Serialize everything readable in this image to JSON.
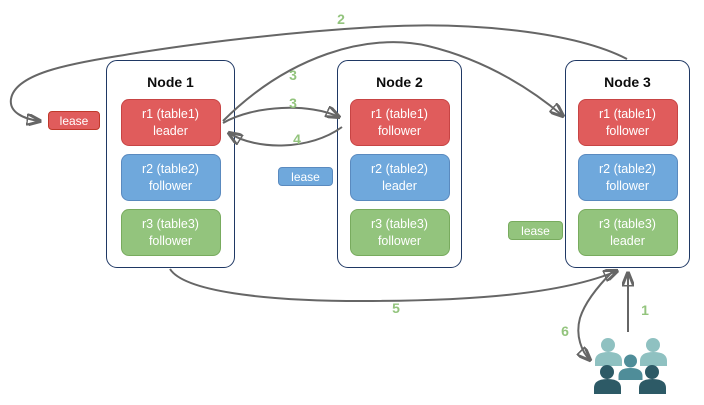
{
  "nodes": [
    {
      "title": "Node 1",
      "replicas": [
        {
          "name": "r1 (table1)",
          "role": "leader",
          "color": "red"
        },
        {
          "name": "r2 (table2)",
          "role": "follower",
          "color": "blue"
        },
        {
          "name": "r3 (table3)",
          "role": "follower",
          "color": "green"
        }
      ]
    },
    {
      "title": "Node 2",
      "replicas": [
        {
          "name": "r1 (table1)",
          "role": "follower",
          "color": "red"
        },
        {
          "name": "r2 (table2)",
          "role": "leader",
          "color": "blue"
        },
        {
          "name": "r3 (table3)",
          "role": "follower",
          "color": "green"
        }
      ]
    },
    {
      "title": "Node 3",
      "replicas": [
        {
          "name": "r1 (table1)",
          "role": "follower",
          "color": "red"
        },
        {
          "name": "r2 (table2)",
          "role": "follower",
          "color": "blue"
        },
        {
          "name": "r3 (table3)",
          "role": "leader",
          "color": "green"
        }
      ]
    }
  ],
  "leases": [
    {
      "label": "lease",
      "color": "red"
    },
    {
      "label": "lease",
      "color": "blue"
    },
    {
      "label": "lease",
      "color": "green"
    }
  ],
  "steps": [
    {
      "label": "1"
    },
    {
      "label": "2"
    },
    {
      "label": "3"
    },
    {
      "label": "3"
    },
    {
      "label": "4"
    },
    {
      "label": "5"
    },
    {
      "label": "6"
    }
  ],
  "icons": {
    "users_group": "users-group-icon"
  },
  "colors": {
    "replica_red": "#e05c5c",
    "replica_blue": "#6fa8dc",
    "replica_green": "#93c47d",
    "node_border": "#1f3864",
    "arrow": "#666666",
    "step_label": "#93c47d",
    "users_light": "#8fc1c1",
    "users_mid": "#4f8d99",
    "users_dark": "#2d5a66"
  }
}
